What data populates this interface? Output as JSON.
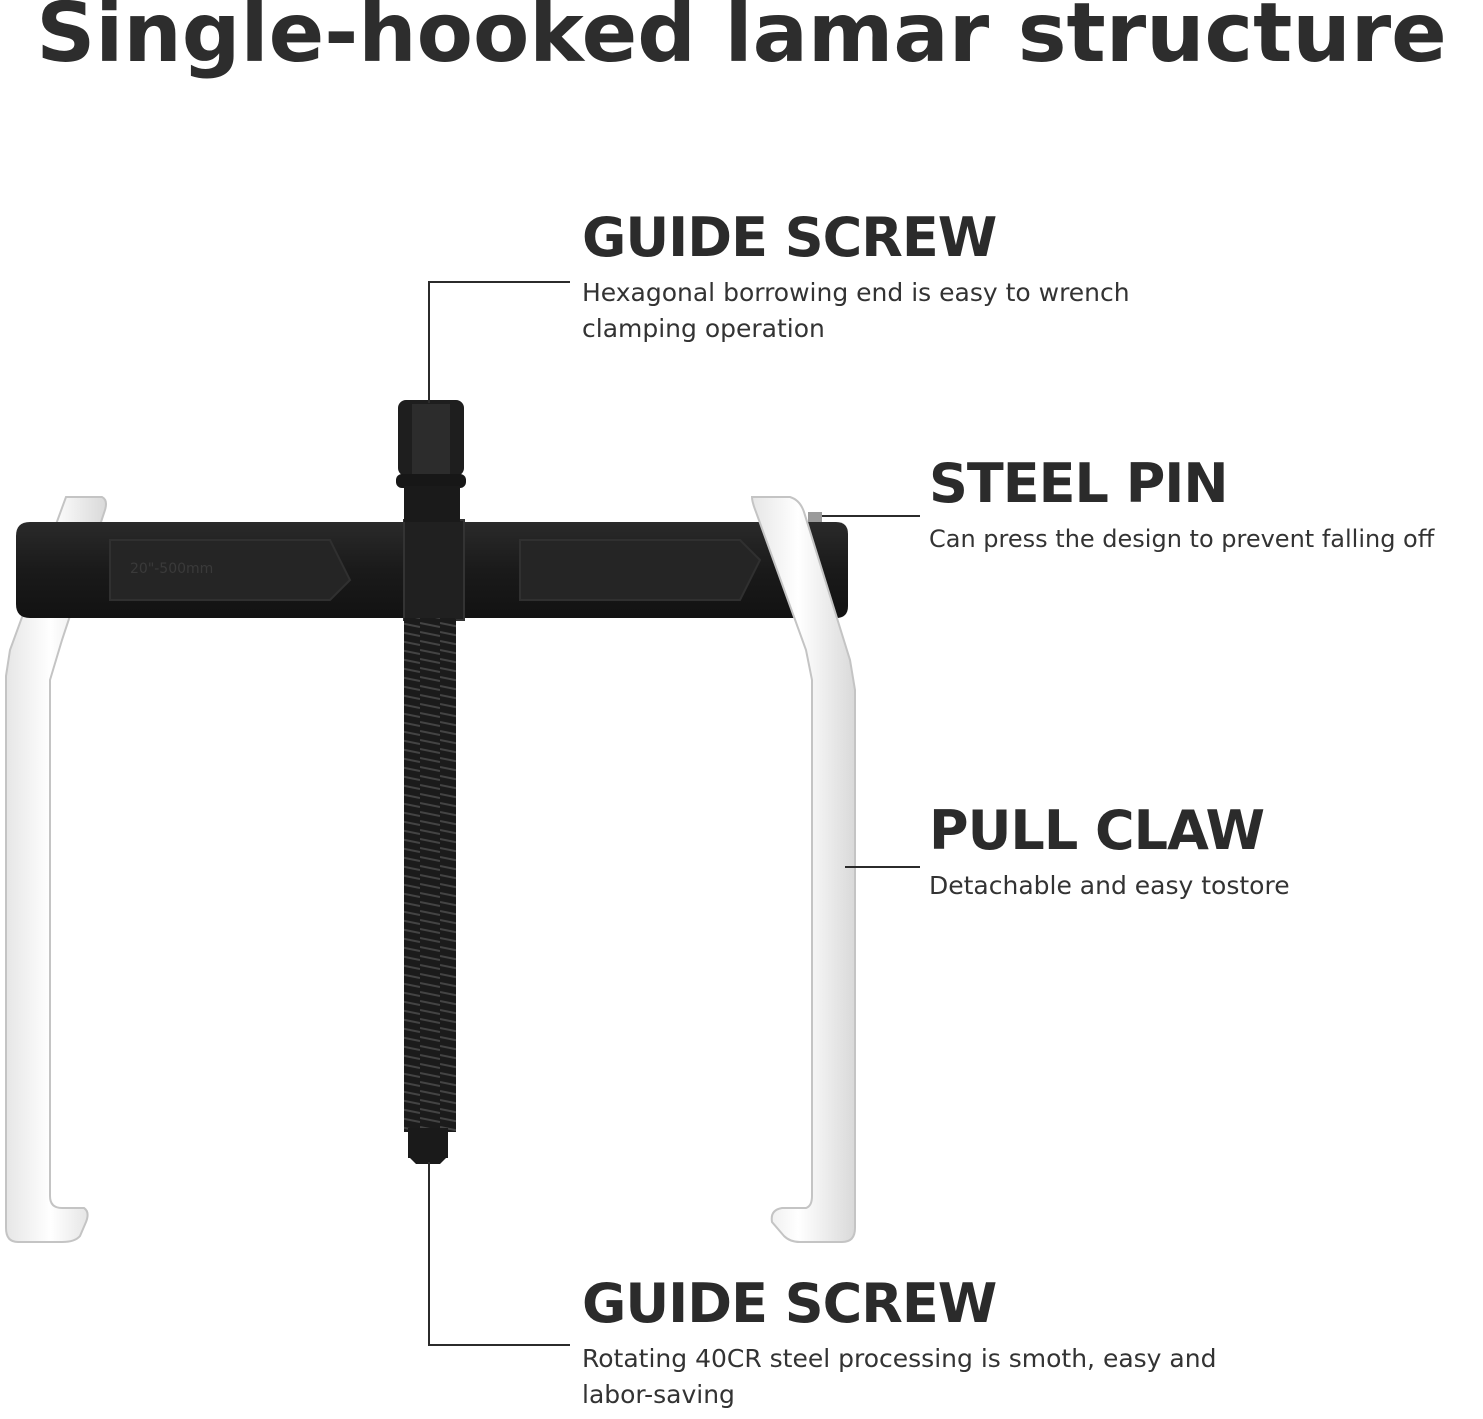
{
  "title": "Single-hooked lamar structure",
  "bar_engraving": "20\"-500mm",
  "callouts": [
    {
      "heading": "GUIDE SCREW",
      "text": "Hexagonal borrowing end is easy to wrench clamping operation"
    },
    {
      "heading": "STEEL PIN",
      "text": "Can press the design to prevent falling off"
    },
    {
      "heading": "PULL CLAW",
      "text": "Detachable and easy tostore"
    },
    {
      "heading": "GUIDE SCREW",
      "text": "Rotating 40CR steel processing is smoth, easy and labor-saving"
    }
  ],
  "colors": {
    "text": "#2b2b2b",
    "tool_black": "#1c1c1c",
    "claw_white": "#f4f4f4"
  }
}
